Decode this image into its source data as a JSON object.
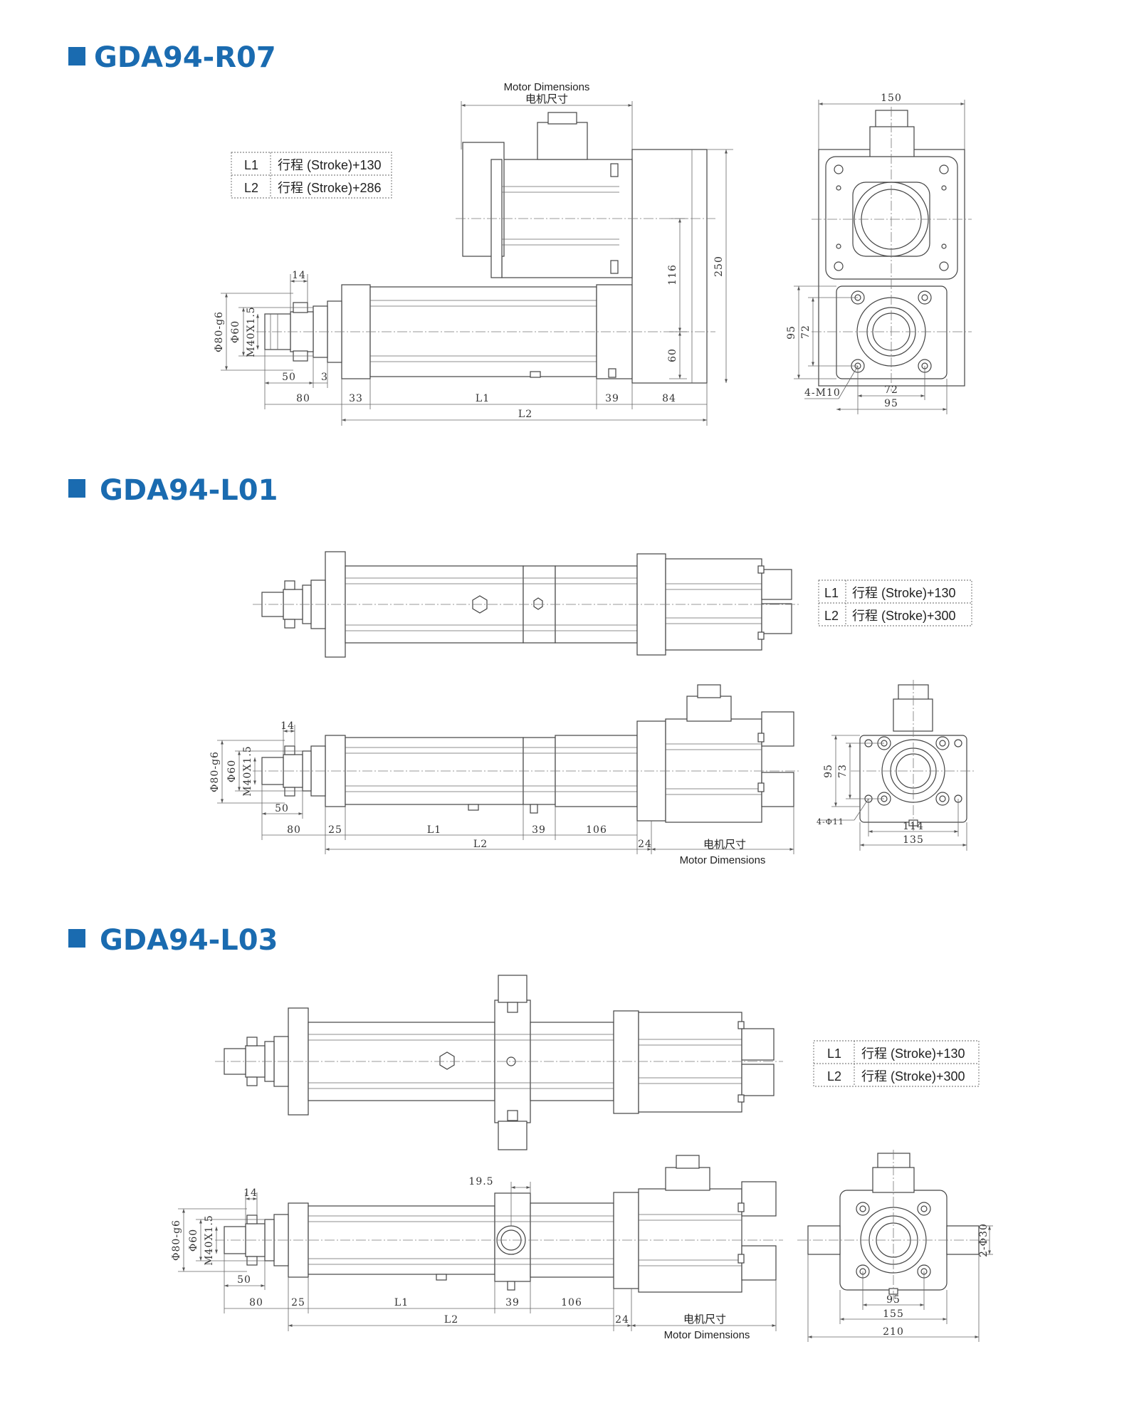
{
  "sections": [
    {
      "title": "GDA94-R07",
      "motor_label_cn": "电机尺寸",
      "motor_label_en": "Motor Dimensions",
      "table": [
        {
          "key": "L1",
          "value": "行程 (Stroke)+130"
        },
        {
          "key": "L2",
          "value": "行程 (Stroke)+286"
        }
      ],
      "dims": {
        "d14": "14",
        "phi80": "Φ80-g6",
        "phi60": "Φ60",
        "m40": "M40X1.5",
        "d50": "50",
        "d3": "3",
        "d80": "80",
        "d33": "33",
        "l1": "L1",
        "d39": "39",
        "d84": "84",
        "l2": "L2",
        "d116": "116",
        "d60": "60",
        "d250": "250",
        "d150": "150",
        "d95v": "95",
        "d72v": "72",
        "m10": "4-M10",
        "d72h": "72",
        "d95h": "95"
      }
    },
    {
      "title": "GDA94-L01",
      "motor_label_cn": "电机尺寸",
      "motor_label_en": "Motor Dimensions",
      "table": [
        {
          "key": "L1",
          "value": "行程 (Stroke)+130"
        },
        {
          "key": "L2",
          "value": "行程 (Stroke)+300"
        }
      ],
      "dims": {
        "d14": "14",
        "phi80": "Φ80-g6",
        "phi60": "Φ60",
        "m40": "M40X1.5",
        "d50": "50",
        "d80": "80",
        "d25": "25",
        "l1": "L1",
        "d39": "39",
        "d106": "106",
        "l2": "L2",
        "d24": "24",
        "d95v": "95",
        "d73v": "73",
        "phi11": "4-Φ11",
        "d114": "114",
        "d135": "135"
      }
    },
    {
      "title": "GDA94-L03",
      "motor_label_cn": "电机尺寸",
      "motor_label_en": "Motor Dimensions",
      "table": [
        {
          "key": "L1",
          "value": "行程 (Stroke)+130"
        },
        {
          "key": "L2",
          "value": "行程 (Stroke)+300"
        }
      ],
      "dims": {
        "d14": "14",
        "d195": "19.5",
        "phi80": "Φ80-g6",
        "phi60": "Φ60",
        "m40": "M40X1.5",
        "d50": "50",
        "d80": "80",
        "d25": "25",
        "l1": "L1",
        "d39": "39",
        "d106": "106",
        "l2": "L2",
        "d24": "24",
        "d95": "95",
        "d155": "155",
        "d210": "210",
        "phi30": "2-Φ30"
      }
    }
  ],
  "colors": {
    "accent": "#1a6bb0",
    "line": "#444444"
  }
}
